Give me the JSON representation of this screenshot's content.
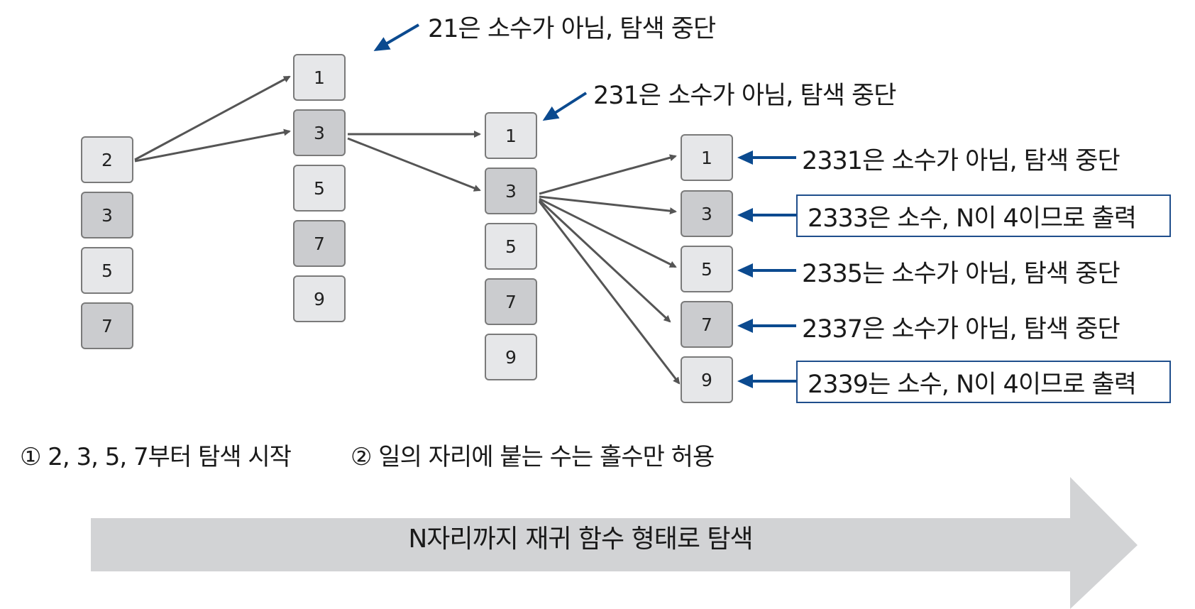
{
  "columns": {
    "c1": [
      {
        "v": "2",
        "shade": "light"
      },
      {
        "v": "3",
        "shade": "dark"
      },
      {
        "v": "5",
        "shade": "light"
      },
      {
        "v": "7",
        "shade": "dark"
      }
    ],
    "c2": [
      {
        "v": "1",
        "shade": "light"
      },
      {
        "v": "3",
        "shade": "dark"
      },
      {
        "v": "5",
        "shade": "light"
      },
      {
        "v": "7",
        "shade": "dark"
      },
      {
        "v": "9",
        "shade": "light"
      }
    ],
    "c3": [
      {
        "v": "1",
        "shade": "light"
      },
      {
        "v": "3",
        "shade": "dark"
      },
      {
        "v": "5",
        "shade": "light"
      },
      {
        "v": "7",
        "shade": "dark"
      },
      {
        "v": "9",
        "shade": "light"
      }
    ],
    "c4": [
      {
        "v": "1",
        "shade": "light"
      },
      {
        "v": "3",
        "shade": "dark"
      },
      {
        "v": "5",
        "shade": "light"
      },
      {
        "v": "7",
        "shade": "dark"
      },
      {
        "v": "9",
        "shade": "light"
      }
    ]
  },
  "annotations": {
    "a21": "21은 소수가 아님, 탐색 중단",
    "a231": "231은 소수가 아님, 탐색 중단",
    "a2331": "2331은 소수가 아님, 탐색 중단",
    "a2333": "2333은 소수, N이 4이므로 출력",
    "a2335": "2335는 소수가 아님, 탐색 중단",
    "a2337": "2337은 소수가 아님, 탐색 중단",
    "a2339": "2339는 소수, N이 4이므로 출력"
  },
  "notes": {
    "step1": "① 2, 3, 5, 7부터 탐색 시작",
    "step2": "② 일의 자리에 붙는 수는 홀수만 허용"
  },
  "band": {
    "label": "N자리까지 재귀 함수 형태로 탐색"
  },
  "colors": {
    "accent_blue": "#0b4a8f",
    "arrow_gray": "#555555",
    "band_gray": "#d2d3d5",
    "cell_light": "#e6e7e9",
    "cell_dark": "#cbcccf",
    "border_blue": "#1f4e8c"
  }
}
